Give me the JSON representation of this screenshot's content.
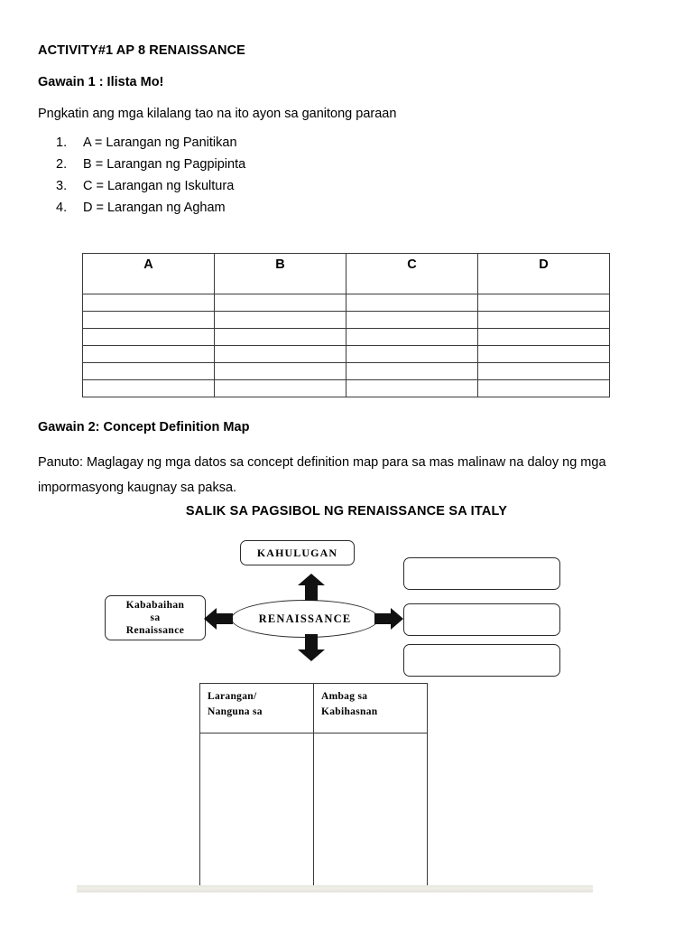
{
  "document": {
    "title": "ACTIVITY#1 AP 8 RENAISSANCE",
    "subtitle": "Gawain 1 : Ilista Mo!",
    "intro": "Pngkatin ang mga kilalang tao na ito ayon sa ganitong paraan"
  },
  "instructions_list": [
    {
      "num": "1.",
      "text": "A = Larangan ng Panitikan"
    },
    {
      "num": "2.",
      "text": "B = Larangan ng Pagpipinta"
    },
    {
      "num": "3.",
      "text": "C = Larangan ng Iskultura"
    },
    {
      "num": "4.",
      "text": "D = Larangan ng Agham"
    }
  ],
  "category_table": {
    "headers": [
      "A",
      "B",
      "C",
      "D"
    ],
    "empty_row_count": 6
  },
  "gawain2": {
    "title": "Gawain 2: Concept Definition Map",
    "panuto": "Panuto: Maglagay ng mga datos sa concept definition map para sa mas malinaw na daloy ng mga impormasyong kaugnay sa paksa.",
    "map_title": "SALIK SA PAGSIBOL NG RENAISSANCE SA ITALY"
  },
  "concept_map": {
    "center_label": "RENAISSANCE",
    "top_box_label": "KAHULUGAN",
    "left_box_label": "Kababaihan sa Renaissance",
    "left_box_lines": [
      "Kababaihan",
      "sa",
      "Renaissance"
    ],
    "right_boxes": [
      "",
      "",
      ""
    ],
    "arrows": [
      "arrow-up",
      "arrow-down",
      "arrow-left",
      "arrow-right"
    ]
  },
  "larangan_table": {
    "headers": [
      {
        "line1": "Larangan/",
        "line2": "Nanguna sa"
      },
      {
        "line1": "Ambag sa",
        "line2": "Kabihasnan"
      }
    ],
    "empty_body_rows": 1
  },
  "colors": {
    "text": "#000000",
    "border": "#3a3a3a",
    "shape_border": "#2b2b2b",
    "footer_bar": "#e7e7e0",
    "page_background": "#ffffff"
  }
}
